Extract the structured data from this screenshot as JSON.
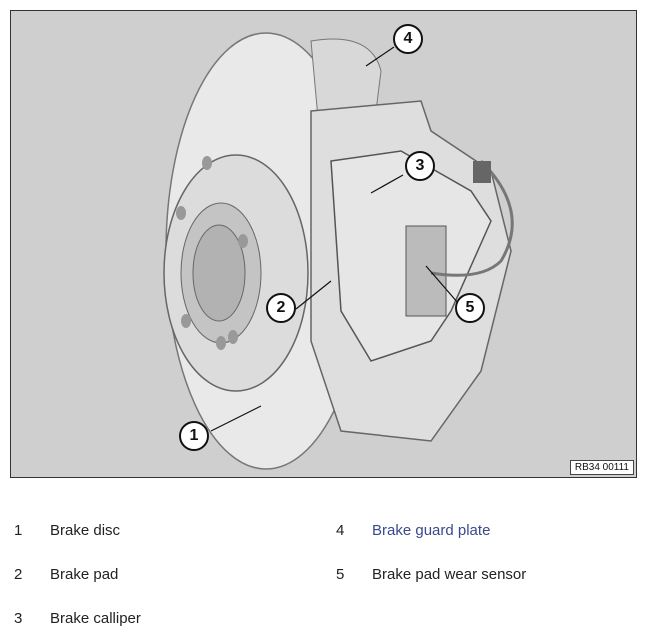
{
  "figure": {
    "id": "RB34 00111",
    "callouts": [
      "1",
      "2",
      "3",
      "4",
      "5"
    ]
  },
  "legend": [
    {
      "num": "1",
      "label": "Brake disc"
    },
    {
      "num": "2",
      "label": "Brake pad"
    },
    {
      "num": "3",
      "label": "Brake calliper"
    },
    {
      "num": "4",
      "label": "Brake guard plate"
    },
    {
      "num": "5",
      "label": "Brake pad wear sensor"
    }
  ],
  "colors": {
    "link": "#3a4a8a",
    "figure_bg": "#cfcfcf"
  }
}
